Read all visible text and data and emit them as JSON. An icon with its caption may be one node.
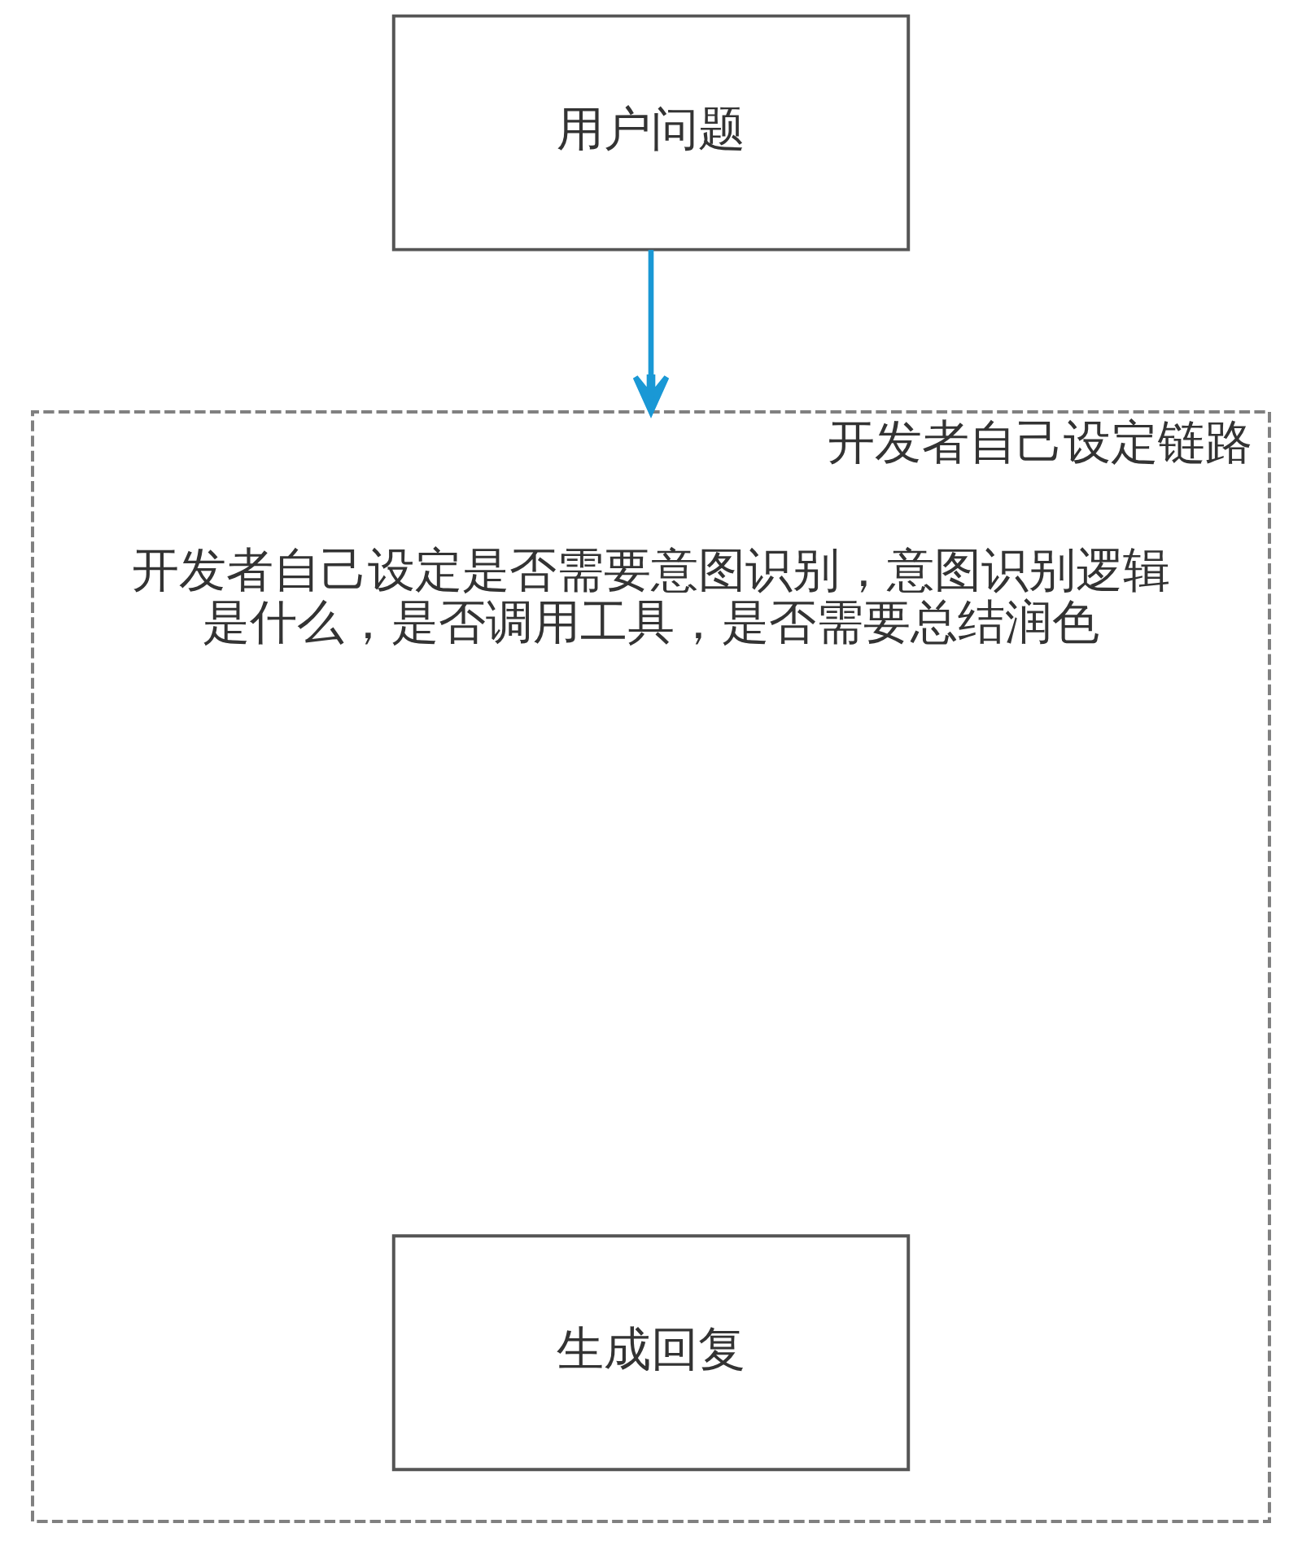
{
  "diagram": {
    "nodes": [
      {
        "text": [
          "用户问题"
        ]
      },
      {
        "text": [
          "开发者自己设定链路"
        ]
      },
      {
        "text": [
          "生成回复"
        ],
        "in": 1
      }
    ],
    "edges": [
      {
        "from": 0,
        "to": 1,
        "arrow": "to",
        "color": "#1a98d5"
      }
    ],
    "labels": [
      "开发者自己设定是否需要意图识别，意图识别逻辑是什么，是否调用工具，是否需要总结润色"
    ]
  }
}
